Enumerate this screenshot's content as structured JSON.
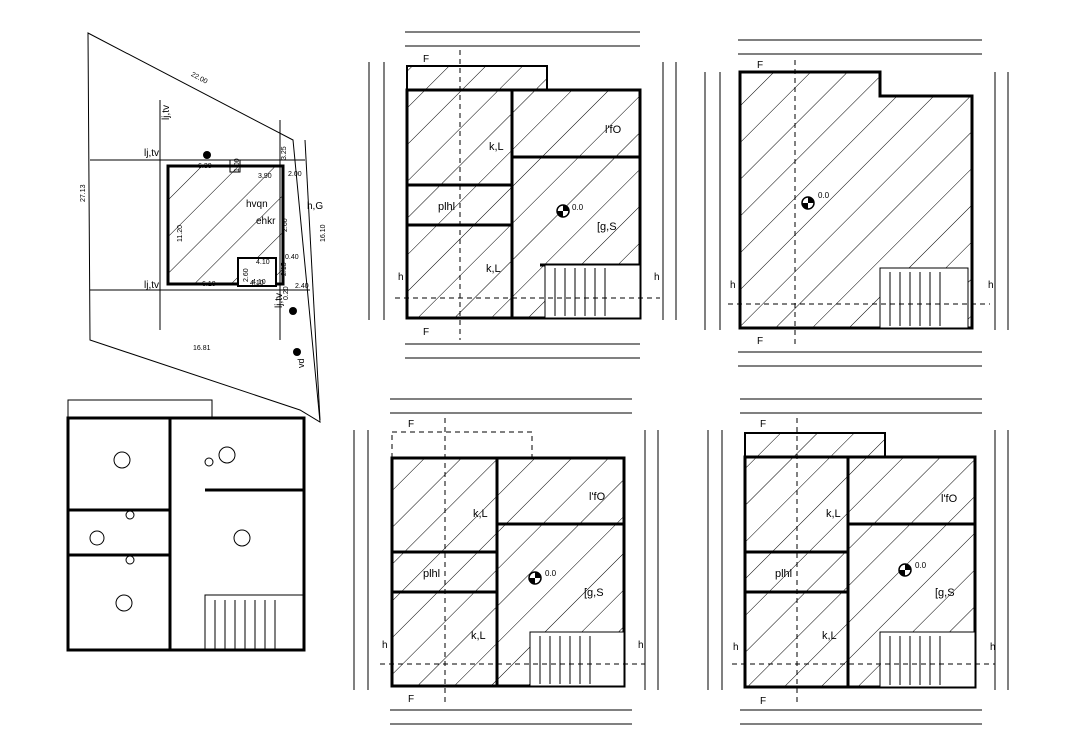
{
  "site_plan": {
    "edge_top": "22.00",
    "edge_left": "27.13",
    "edge_right": "16.10",
    "edge_bottom": "16.81",
    "width": "11.20",
    "d1": "6.30",
    "d2": "1.00",
    "d3": "3.90",
    "d4": "3.25",
    "d5": "2.00",
    "d6": "2.60",
    "d7": "4.10",
    "d8": "2.60",
    "d9": "4.10",
    "d10": "2.15",
    "d11": "6.10",
    "d12": "4.10",
    "d13": "2.40",
    "d14": "0.40",
    "d15": "0.20",
    "road1": "lj,tv",
    "road2": "lj,tv",
    "road3": "lj,tv",
    "road4": "lj,tv",
    "lbl_house": "hvqn",
    "lbl_house2": "ehkr",
    "lbl_gate": "h,G",
    "lbl_vd": "vd"
  },
  "plans": {
    "room_kl": "k,L",
    "room_ifo": "l'fO",
    "room_plhl": "plhl",
    "room_gs": "[g,S",
    "level": "0.0",
    "section": "F",
    "section_h": "h"
  },
  "roof_plan": {
    "level": "0.0",
    "section": "F",
    "section_h": "h"
  }
}
